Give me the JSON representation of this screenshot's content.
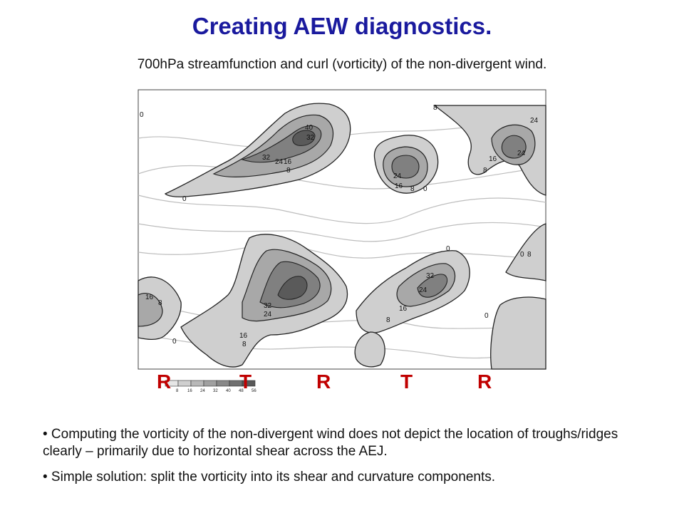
{
  "slide": {
    "title": "Creating AEW diagnostics.",
    "subtitle": "700hPa streamfunction and curl (vorticity) of the non-divergent wind."
  },
  "figure": {
    "contour_labels": [
      "0",
      "8",
      "16",
      "24",
      "32",
      "40"
    ],
    "colorbar_labels": [
      "8",
      "16",
      "24",
      "32",
      "40",
      "48",
      "56"
    ],
    "letters": [
      "R",
      "T",
      "R",
      "T",
      "R"
    ],
    "colors": {
      "shade_light": "#cfcfcf",
      "shade_mid": "#a8a8a8",
      "shade_dark": "#808080",
      "line": "#222222",
      "stream": "#bdbdbd",
      "letter": "#c00000",
      "title": "#1a1a9e"
    }
  },
  "bullets": [
    "• Computing the vorticity of the non-divergent wind does not depict the location of troughs/ridges clearly – primarily due to horizontal shear across the AEJ.",
    "• Simple solution: split the vorticity into its shear and curvature components."
  ]
}
